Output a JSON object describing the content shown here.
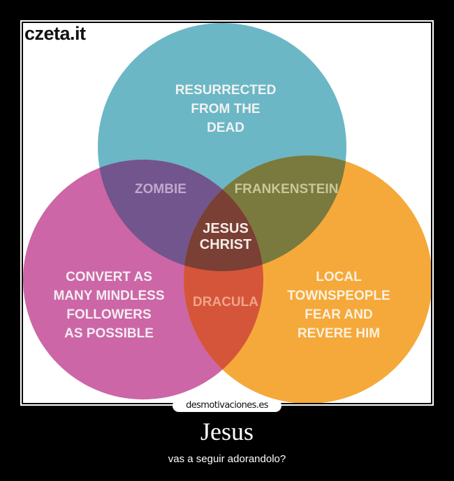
{
  "poster": {
    "logo": "czeta.it",
    "watermark": "desmotivaciones.es",
    "title": "Jesus",
    "subtitle": "vas a seguir adorandolo?"
  },
  "diagram": {
    "type": "venn-3",
    "colors": {
      "top": "#6bb7c6",
      "left": "#cc66a6",
      "right": "#f5a93a",
      "top_left": "#72558c",
      "top_right": "#7a7a3e",
      "left_right": "#d5553a",
      "center": "#7a3f35"
    },
    "sets": {
      "top": [
        "RESURRECTED",
        "FROM THE",
        "DEAD"
      ],
      "left": [
        "CONVERT AS",
        "MANY MINDLESS",
        "FOLLOWERS",
        "AS POSSIBLE"
      ],
      "right": [
        "LOCAL",
        "TOWNSPEOPLE",
        "FEAR AND",
        "REVERE HIM"
      ]
    },
    "intersections": {
      "top_left": "ZOMBIE",
      "top_right": "FRANKENSTEIN",
      "left_right": "DRACULA",
      "center": [
        "JESUS",
        "CHRIST"
      ]
    }
  }
}
